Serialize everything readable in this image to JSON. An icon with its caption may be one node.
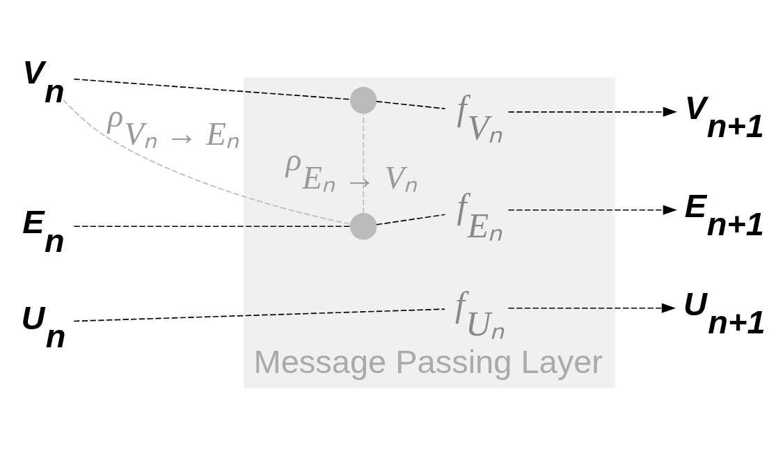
{
  "diagram": {
    "nodes": [
      {
        "text": [
          "Message Passing Layer"
        ]
      },
      {
        "text": [
          "U$_{n}$"
        ]
      },
      {
        "text": [
          "V$_{n}$"
        ]
      },
      {
        "text": [
          "E$_{n}$"
        ]
      },
      {
        "text": [
          "f$_{Uₙ}$"
        ],
        "in": 0
      },
      {
        "text": [
          "f$_{Vₙ}$"
        ],
        "in": 0
      },
      {
        "text": [
          "f$_{Eₙ}$"
        ],
        "in": 0
      },
      {
        "text": [],
        "shape": "circle",
        "in": 0
      },
      {
        "text": [],
        "shape": "circle",
        "in": 0
      },
      {
        "text": [
          "U$_{n+1}$"
        ]
      },
      {
        "text": [
          "V$_{n+1}$"
        ]
      },
      {
        "text": [
          "E$_{n+1}$"
        ]
      }
    ],
    "edges": [
      {
        "from": 1,
        "to": 4,
        "arrow": "none",
        "style": "dashed"
      },
      {
        "from": 4,
        "to": 9,
        "arrow": "to",
        "style": "dashed"
      },
      {
        "from": 2,
        "to": 7,
        "arrow": "none",
        "style": "dashed"
      },
      {
        "from": 7,
        "to": 5,
        "arrow": "none",
        "style": "dashed"
      },
      {
        "from": 5,
        "to": 10,
        "arrow": "to",
        "style": "dashed"
      },
      {
        "from": 3,
        "to": 8,
        "arrow": "none",
        "style": "dashed"
      },
      {
        "from": 8,
        "to": 6,
        "arrow": "none",
        "style": "dashed"
      },
      {
        "from": 6,
        "to": 11,
        "arrow": "to",
        "style": "dashed"
      },
      {
        "from": 2,
        "to": 8,
        "arrow": "none",
        "style": "dashed",
        "color": "#bbbbbb",
        "label": "ρ$_{Vₙ → Eₙ}$"
      },
      {
        "from": 8,
        "to": 7,
        "arrow": "none",
        "style": "dashed",
        "color": "#bbbbbb",
        "label": "ρ$_{Eₙ → Vₙ}$"
      }
    ]
  }
}
